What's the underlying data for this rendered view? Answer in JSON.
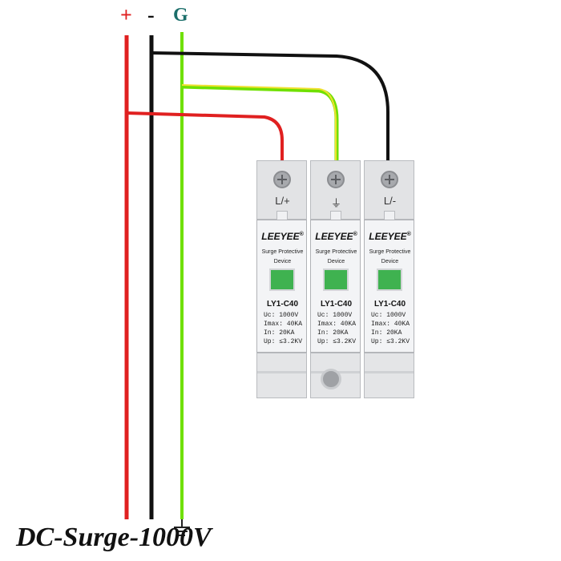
{
  "bus_labels": {
    "positive": "+",
    "negative": "-",
    "ground": "G"
  },
  "wire_colors": {
    "positive": "#e02020",
    "negative": "#111111",
    "ground_green": "#6fe000",
    "ground_yellow": "#f0e030"
  },
  "device": {
    "modules": [
      {
        "terminal": "L/+",
        "brand": "LEEYEE",
        "reg": "®",
        "desc_line1": "Surge Protective",
        "desc_line2": "Device",
        "model": "LY1-C40",
        "uc": "Uc: 1000V",
        "imax": "Imax: 40KA",
        "in": "In: 20KA",
        "up": "Up: ≤3.2KV"
      },
      {
        "terminal": "⏚",
        "brand": "LEEYEE",
        "reg": "®",
        "desc_line1": "Surge Protective",
        "desc_line2": "Device",
        "model": "LY1-C40",
        "uc": "Uc: 1000V",
        "imax": "Imax: 40KA",
        "in": "In: 20KA",
        "up": "Up: ≤3.2KV"
      },
      {
        "terminal": "L/-",
        "brand": "LEEYEE",
        "reg": "®",
        "desc_line1": "Surge Protective",
        "desc_line2": "Device",
        "model": "LY1-C40",
        "uc": "Uc: 1000V",
        "imax": "Imax: 40KA",
        "in": "In: 20KA",
        "up": "Up: ≤3.2KV"
      }
    ],
    "window_color": "#3fb250"
  },
  "caption": "DC-Surge-1000V"
}
